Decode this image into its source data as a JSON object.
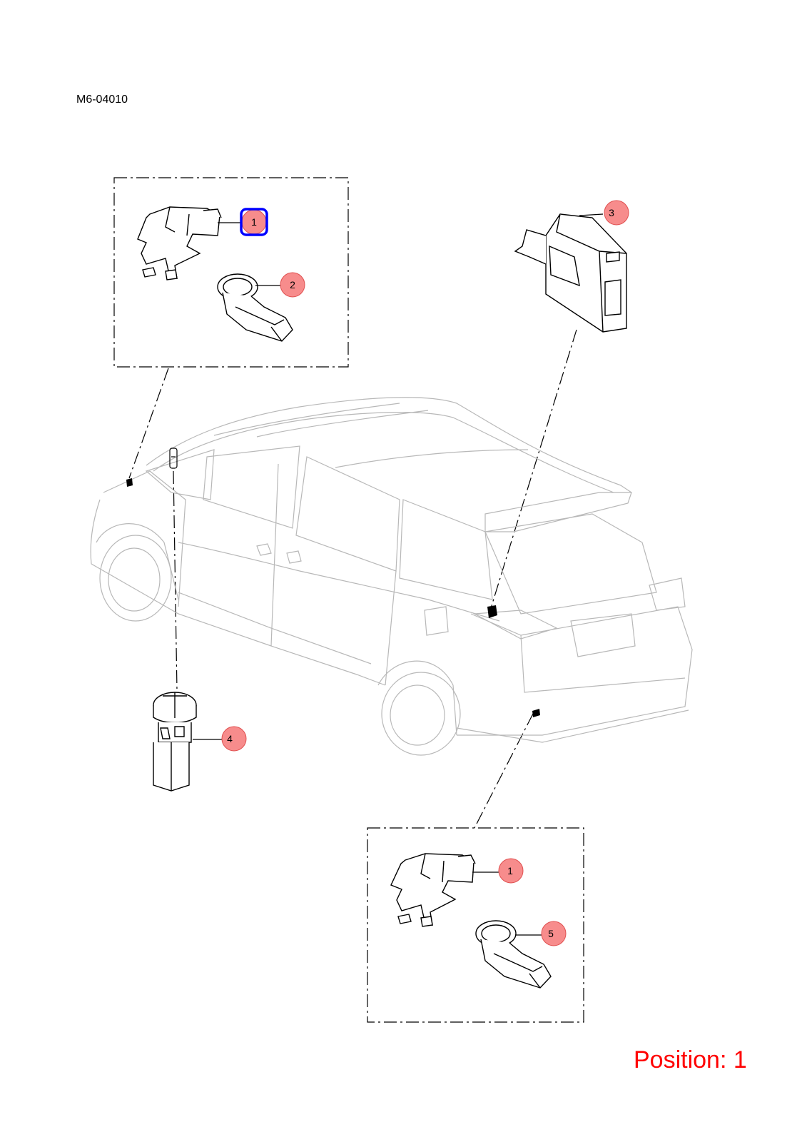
{
  "diagram": {
    "code": "M6-04010",
    "position_label": "Position: 1"
  },
  "callouts": [
    {
      "id": "c1-top",
      "label": "1",
      "selected": true
    },
    {
      "id": "c2",
      "label": "2",
      "selected": false
    },
    {
      "id": "c3",
      "label": "3",
      "selected": false
    },
    {
      "id": "c4",
      "label": "4",
      "selected": false
    },
    {
      "id": "c1-bottom",
      "label": "1",
      "selected": false
    },
    {
      "id": "c5",
      "label": "5",
      "selected": false
    }
  ],
  "colors": {
    "callout_fill": "#f78c8c",
    "callout_stroke": "#e05050",
    "selected_stroke": "#0000ff",
    "position_text": "#ff0000",
    "vehicle_line": "#b8b8b8"
  }
}
